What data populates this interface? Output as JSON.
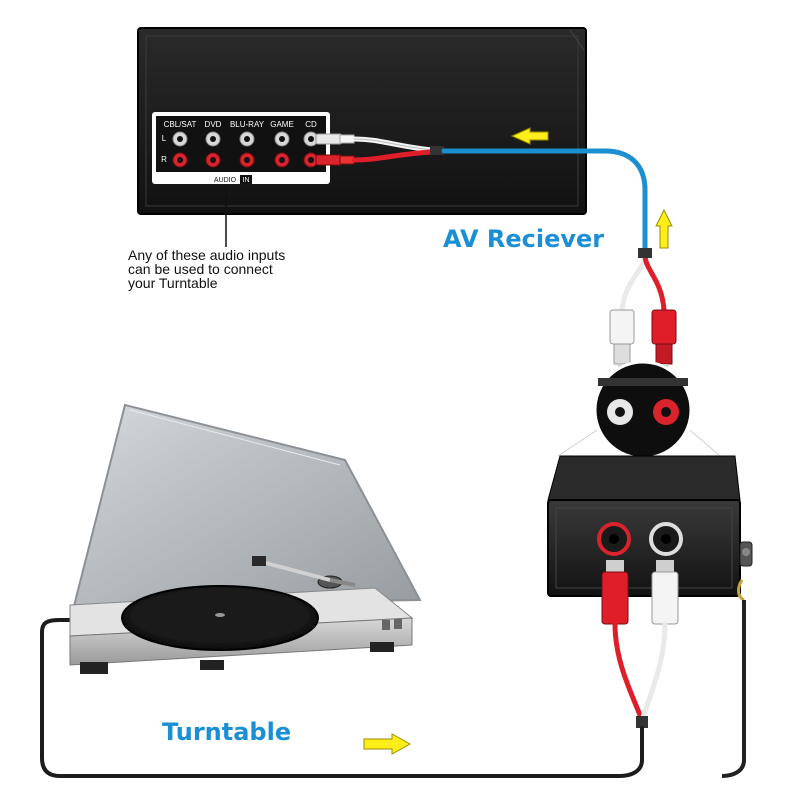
{
  "labels": {
    "receiver": "AV Reciever",
    "turntable": "Turntable",
    "note_lines": [
      "Any of these audio inputs",
      "can be used to connect",
      "your Turntable"
    ]
  },
  "receiver_panel": {
    "inputs": [
      "CBL/SAT",
      "DVD",
      "BLU-RAY",
      "GAME",
      "CD"
    ],
    "row_left": "L",
    "row_right": "R",
    "section_label": "AUDIO",
    "section_tag": "IN"
  },
  "colors": {
    "accent_blue": "#1a8fd6",
    "arrow_yellow": "#ffee1a",
    "cable_red": "#e01e2a",
    "cable_white": "#f2f2f2",
    "cable_blue": "#1b8fd0",
    "device_dark": "#1c1c1c"
  }
}
